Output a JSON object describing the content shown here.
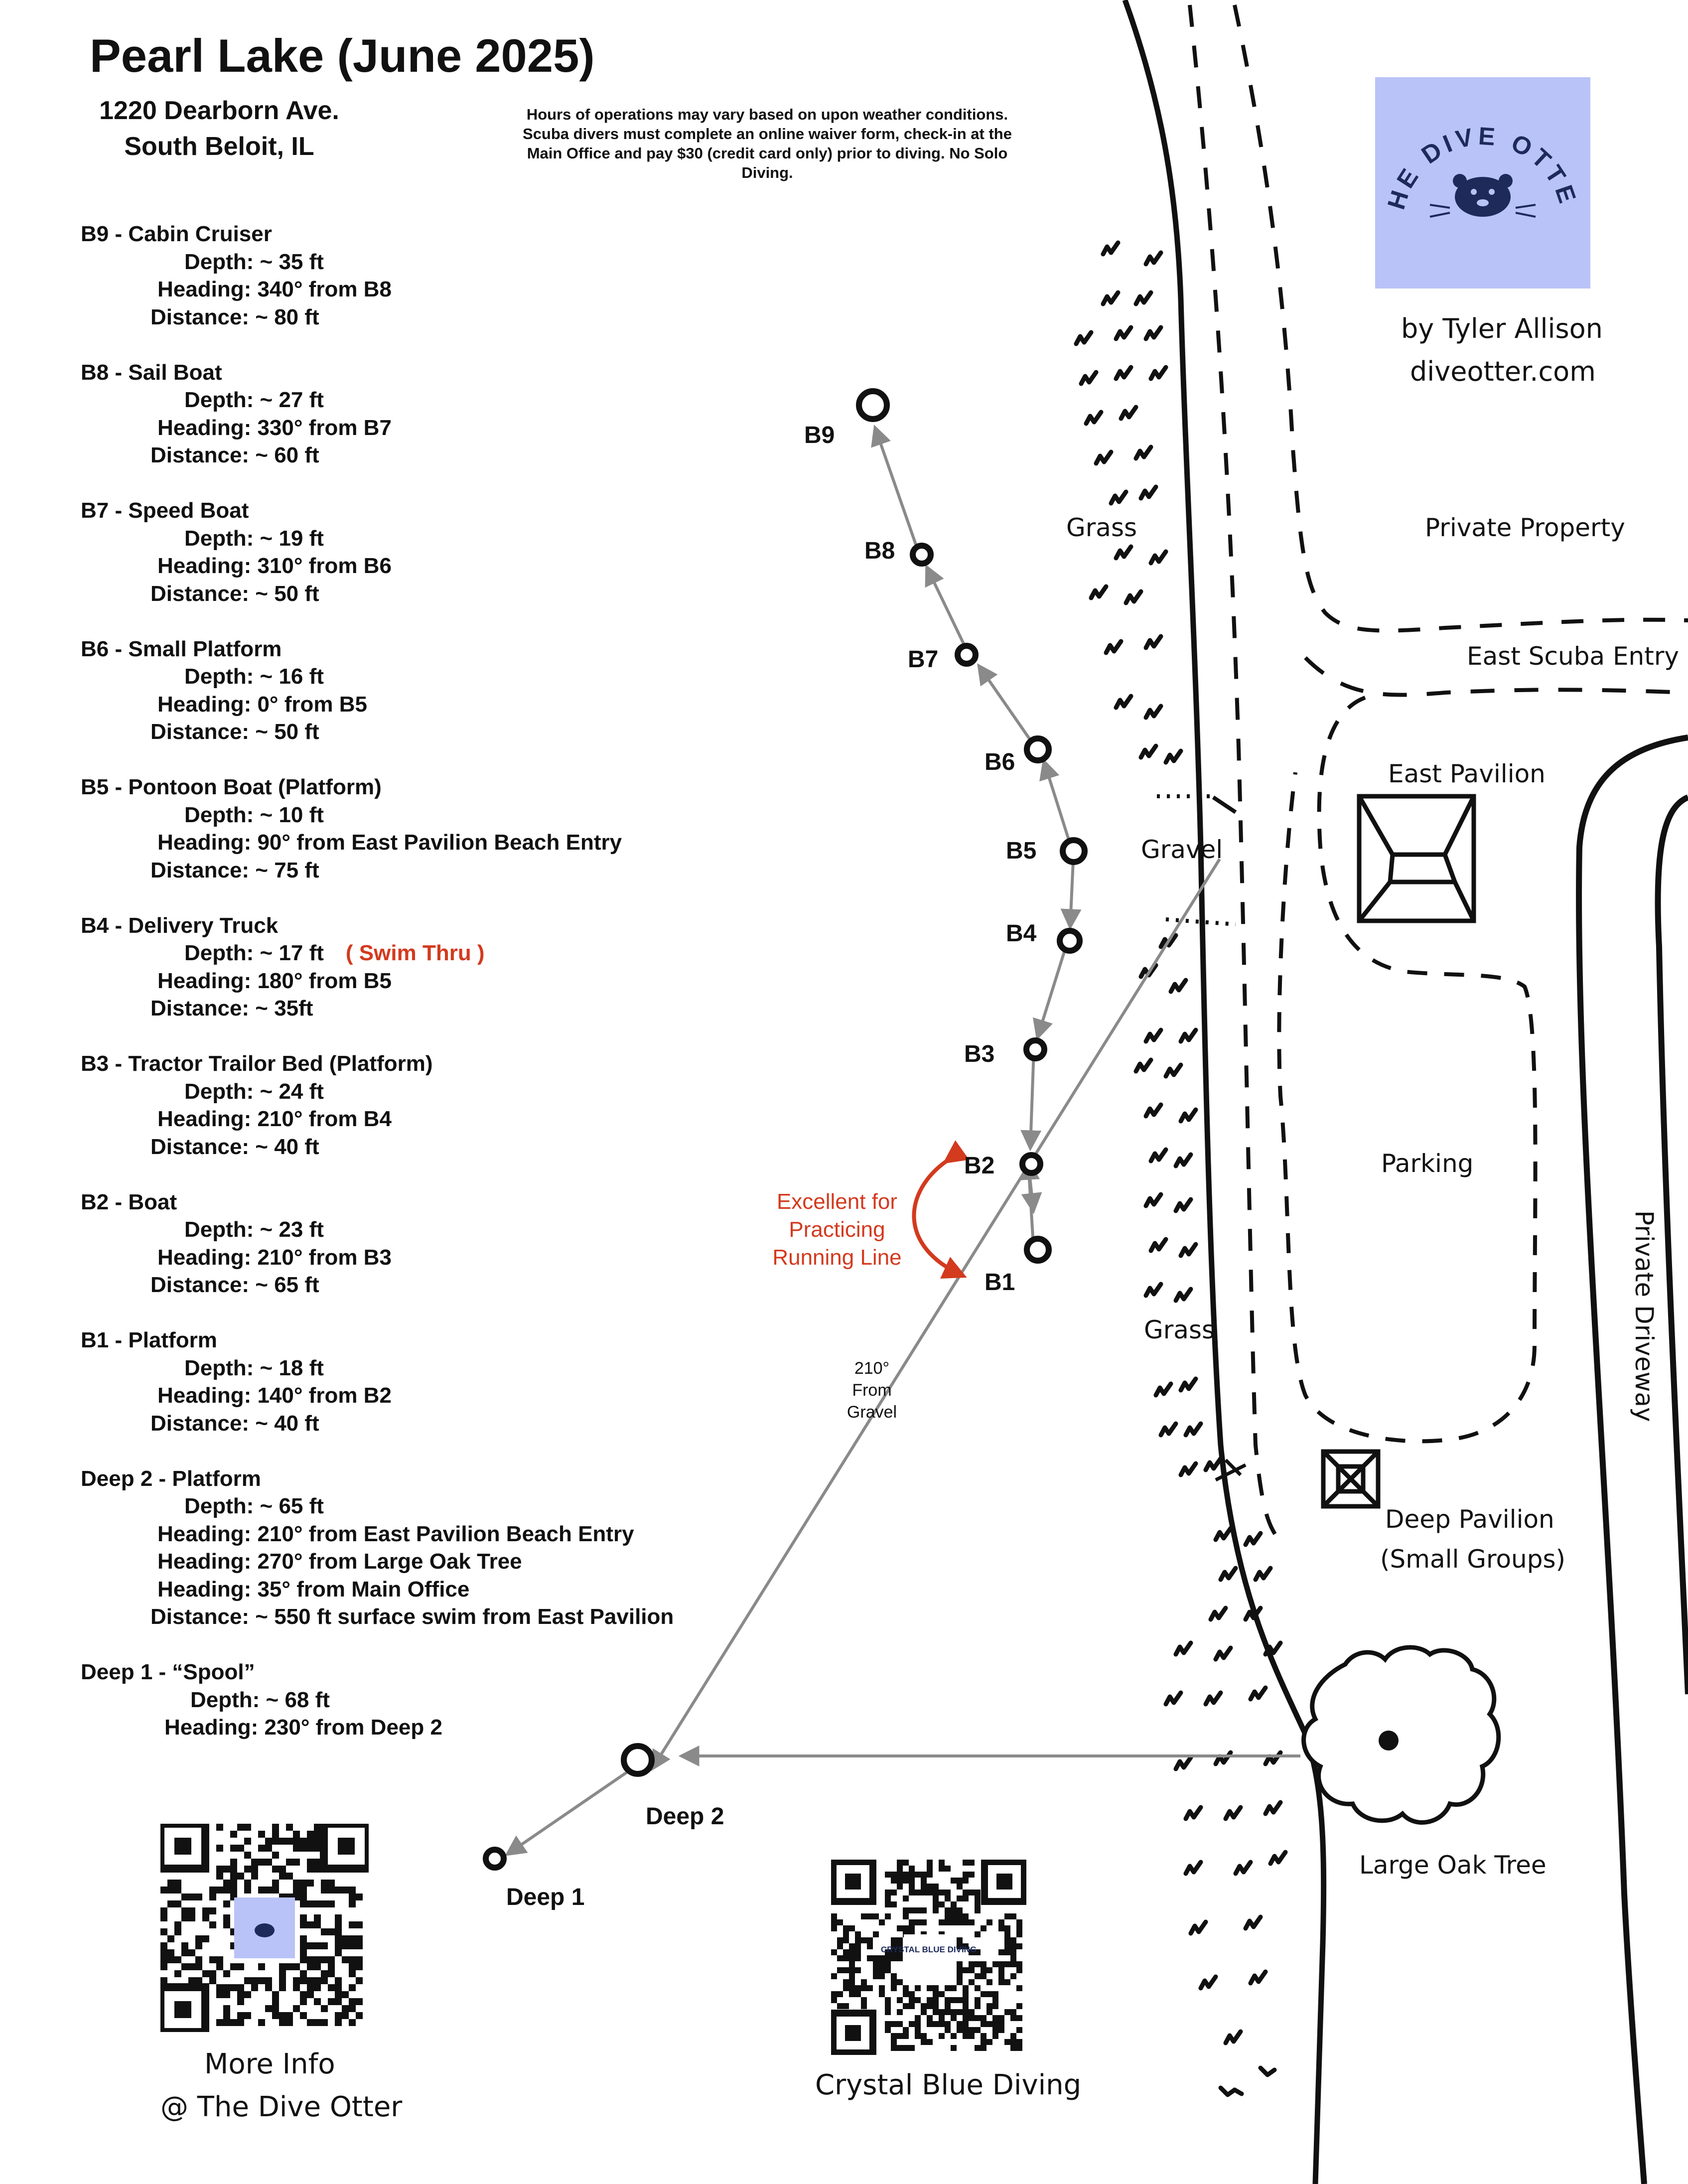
{
  "title": "Pearl Lake (June 2025)",
  "address": {
    "line1": "1220 Dearborn Ave.",
    "line2": "South Beloit, IL"
  },
  "notice": "Hours of operations may vary based on upon weather conditions. Scuba divers must complete an online waiver form, check-in at the Main Office and pay $30 (credit card only) prior to diving. No Solo Diving.",
  "sites": [
    {
      "name": "B9 - Cabin Cruiser",
      "depth": "Depth: ~ 35 ft",
      "heading": "Heading: 340° from B8",
      "distance": "Distance: ~ 80 ft"
    },
    {
      "name": "B8 - Sail Boat",
      "depth": "Depth: ~ 27 ft",
      "heading": "Heading: 330° from B7",
      "distance": "Distance: ~ 60 ft"
    },
    {
      "name": "B7 - Speed Boat",
      "depth": "Depth: ~ 19 ft",
      "heading": "Heading: 310° from B6",
      "distance": "Distance: ~ 50 ft"
    },
    {
      "name": "B6 - Small Platform",
      "depth": "Depth: ~ 16 ft",
      "heading": "Heading: 0° from B5",
      "distance": "Distance: ~ 50 ft"
    },
    {
      "name": "B5 - Pontoon Boat (Platform)",
      "depth": "Depth: ~ 10 ft",
      "heading": "Heading: 90° from East Pavilion Beach Entry",
      "distance": "Distance: ~ 75 ft"
    },
    {
      "name": "B4 - Delivery Truck",
      "depth": "Depth: ~ 17 ft",
      "note": "( Swim Thru )",
      "heading": "Heading: 180° from B5",
      "distance": "Distance: ~  35ft"
    },
    {
      "name": "B3 - Tractor Trailor Bed (Platform)",
      "depth": "Depth: ~ 24 ft",
      "heading": "Heading: 210° from B4",
      "distance": "Distance: ~ 40 ft"
    },
    {
      "name": "B2 - Boat",
      "depth": "Depth: ~ 23 ft",
      "heading": "Heading: 210° from B3",
      "distance": "Distance: ~ 65 ft"
    },
    {
      "name": "B1 - Platform",
      "depth": "Depth: ~ 18 ft",
      "heading": "Heading: 140° from B2",
      "distance": "Distance: ~ 40 ft"
    }
  ],
  "deep2": {
    "name": "Deep 2 - Platform",
    "depth": "Depth: ~ 65 ft",
    "headings": [
      "Heading: 210° from East Pavilion Beach Entry",
      "Heading: 270° from Large Oak Tree",
      "Heading: 35° from Main Office"
    ],
    "distance": "Distance: ~ 550 ft surface swim from East Pavilion"
  },
  "deep1": {
    "name": "Deep 1 - “Spool”",
    "depth": "Depth: ~ 68 ft",
    "heading": "Heading: 230° from Deep 2"
  },
  "map": {
    "markers": [
      "B9",
      "B8",
      "B7",
      "B6",
      "B5",
      "B4",
      "B3",
      "B2",
      "B1",
      "Deep 2",
      "Deep 1"
    ],
    "running_line": "Excellent for Practicing Running Line",
    "gravel_bearing": "210° From Gravel",
    "labels": {
      "grass_top": "Grass",
      "grass_bottom": "Grass",
      "gravel": "Gravel",
      "private_property": "Private Property",
      "east_scuba_entry": "East Scuba Entry",
      "east_pavilion": "East Pavilion",
      "parking": "Parking",
      "private_driveway": "Private Driveway",
      "deep_pavilion": "Deep Pavilion",
      "small_groups": "(Small Groups)",
      "large_oak_tree": "Large Oak Tree"
    }
  },
  "branding": {
    "logo_text": "THE DIVE OTTER",
    "author": "by Tyler Allison",
    "website": "diveotter.com",
    "more_info": "More Info",
    "more_info_sub": "@ The Dive Otter",
    "crystal_blue": "Crystal Blue Diving",
    "crystal_blue_qr_text": "CRYSTAL BLUE DIVING"
  },
  "colors": {
    "logo_bg": "#b9c3f7",
    "accent_red": "#d33a1e",
    "route_gray": "#8a8a8a",
    "logo_navy": "#1d2a5a"
  }
}
